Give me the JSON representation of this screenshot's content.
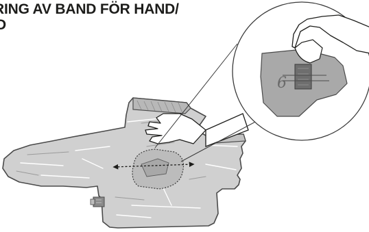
{
  "header": {
    "title_line1": "RING AV BAND FÖR HAND/",
    "title_line2": "D"
  },
  "illustration": {
    "label_symbol": "6",
    "icons": [
      "blanket-icon",
      "hand-icon",
      "strap-icon",
      "magnifier-detail-icon",
      "double-arrow-icon",
      "connector-icon"
    ],
    "colors": {
      "outline": "#4a4a4a",
      "blanket_fill": "#cfcfcf",
      "detail_panel": "#a9a9a9",
      "strap": "#6e6e6e",
      "title": "#1d1d1b"
    }
  }
}
